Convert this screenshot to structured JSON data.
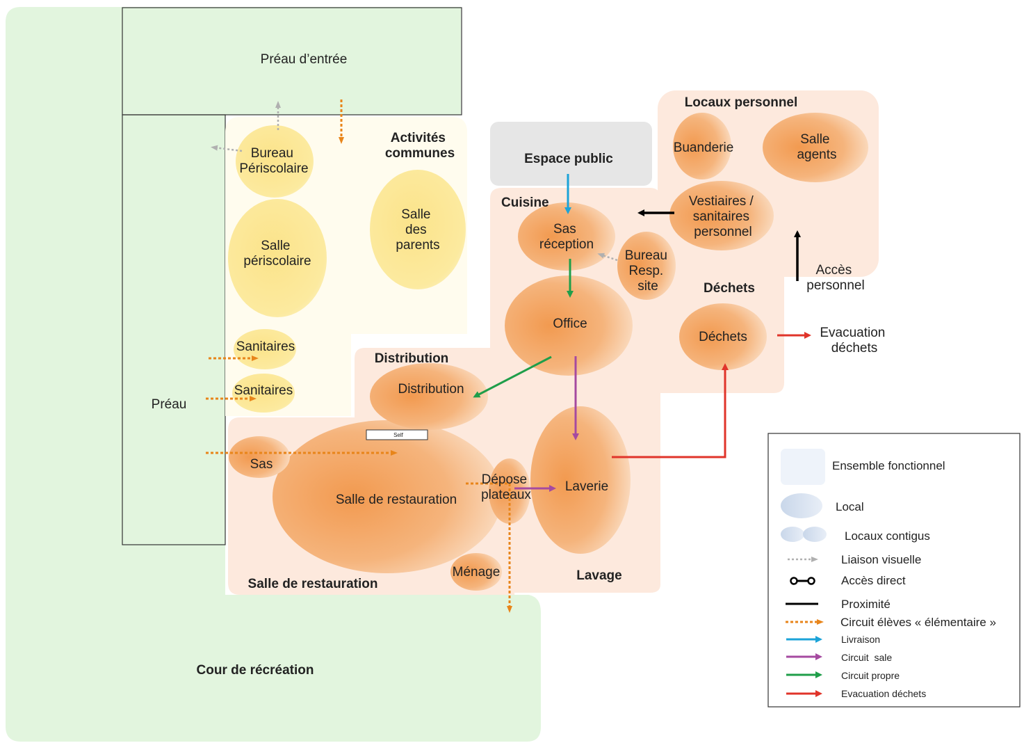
{
  "outdoor": {
    "preau_entree": "Préau d’entrée",
    "preau": "Préau",
    "cour": "Cour de récréation"
  },
  "zones": {
    "activites": [
      "Activités",
      "communes"
    ],
    "espace_public": "Espace public",
    "cuisine": "Cuisine",
    "locaux_personnel": "Locaux personnel",
    "dechets": "Déchets",
    "distribution": "Distribution",
    "salle_restauration": "Salle de restauration",
    "lavage": "Lavage"
  },
  "rooms": {
    "bureau_periscolaire": [
      "Bureau",
      "Périscolaire"
    ],
    "salle_periscolaire": [
      "Salle",
      "périscolaire"
    ],
    "salle_parents": [
      "Salle",
      "des",
      "parents"
    ],
    "sanitaires_1": "Sanitaires",
    "sanitaires_2": "Sanitaires",
    "sas": "Sas",
    "salle_restauration": "Salle de restauration",
    "self_label": "Self",
    "depose_plateaux": [
      "Dépose",
      "plateaux"
    ],
    "menage": "Ménage",
    "distribution": "Distribution",
    "sas_reception": [
      "Sas",
      "réception"
    ],
    "office": "Office",
    "bureau_resp": [
      "Bureau",
      "Resp.",
      "site"
    ],
    "laverie": "Laverie",
    "buanderie": "Buanderie",
    "salle_agents": [
      "Salle",
      "agents"
    ],
    "vestiaires": [
      "Vestiaires /",
      "sanitaires",
      "personnel"
    ],
    "dechets": "Déchets"
  },
  "annotations": {
    "acces_personnel": [
      "Accès",
      "personnel"
    ],
    "evacuation_dechets": [
      "Evacuation",
      "déchets"
    ]
  },
  "legend": {
    "items": [
      {
        "label": "Ensemble fonctionnel",
        "symbol": "zone-swatch"
      },
      {
        "label": "Local",
        "symbol": "room-ellipse"
      },
      {
        "label": "Locaux contigus",
        "symbol": "double-ellipse"
      },
      {
        "label": "Liaison visuelle",
        "symbol": "dotted-grey-arrow",
        "color": "#b0b0b0"
      },
      {
        "label": "Accès direct",
        "symbol": "circle-line-circle",
        "color": "#000000"
      },
      {
        "label": "Proximité",
        "symbol": "black-line",
        "color": "#000000"
      },
      {
        "label": "Circuit élèves « élémentaire »",
        "symbol": "dotted-orange-arrow",
        "color": "#e8851a"
      },
      {
        "label": "Livraison",
        "symbol": "arrow",
        "color": "#1ba3d8"
      },
      {
        "label": "Circuit  sale",
        "symbol": "arrow",
        "color": "#a54aa0"
      },
      {
        "label": "Circuit propre",
        "symbol": "arrow",
        "color": "#1f9e4a"
      },
      {
        "label": "Evacuation déchets",
        "symbol": "arrow",
        "color": "#e0342a"
      }
    ]
  },
  "colors": {
    "green_area": "#e2f5de",
    "yellow_zone": "#fffcee",
    "yellow_room": "#fbe89a",
    "orange_zone": "#fde9dd",
    "orange_room": "#f2a35f",
    "grey_zone": "#e6e6e6",
    "livraison": "#1ba3d8",
    "sale": "#a54aa0",
    "propre": "#1f9e4a",
    "dechets": "#e0342a",
    "eleves": "#e8851a",
    "visuelle": "#b0b0b0"
  }
}
